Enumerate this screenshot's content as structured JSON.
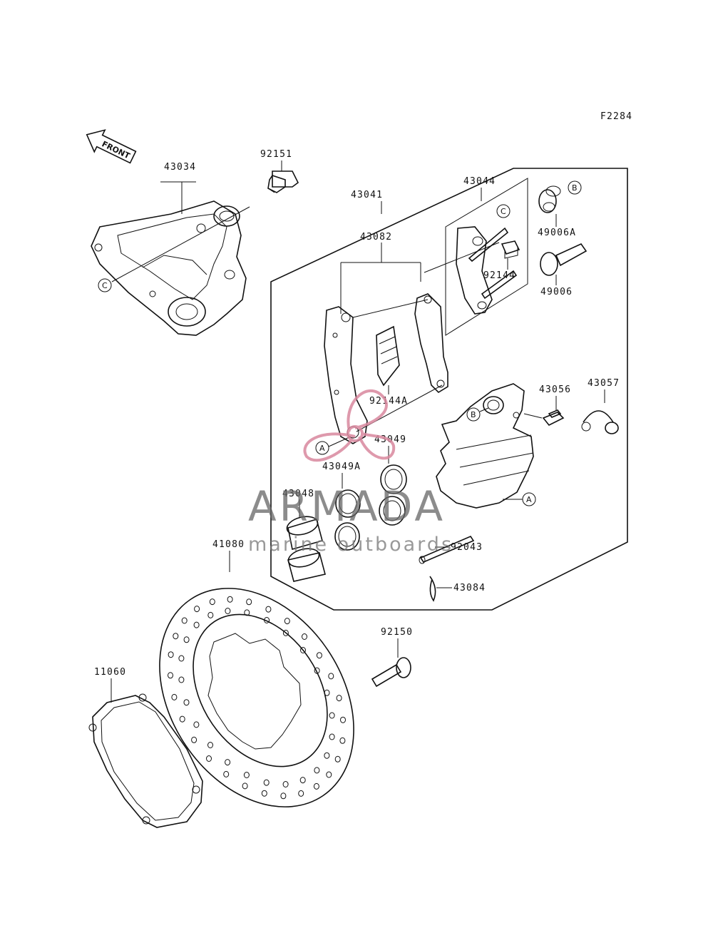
{
  "figure_code": "F2284",
  "front_label": "FRONT",
  "parts": {
    "p92151": "92151",
    "p43034": "43034",
    "p43041": "43041",
    "p43044": "43044",
    "p43082": "43082",
    "p49006A": "49006A",
    "p92144": "92144",
    "p49006": "49006",
    "p92144A": "92144A",
    "p43056": "43056",
    "p43057": "43057",
    "p43049": "43049",
    "p43049A": "43049A",
    "p43048": "43048",
    "p41080": "41080",
    "p92043": "92043",
    "p43084": "43084",
    "p92150": "92150",
    "p11060": "11060"
  },
  "callouts": {
    "A": "A",
    "B": "B",
    "C": "C"
  },
  "watermark": {
    "title": "ARMADA",
    "subtitle": "marine outboards",
    "accent_color": "#d9889e"
  }
}
